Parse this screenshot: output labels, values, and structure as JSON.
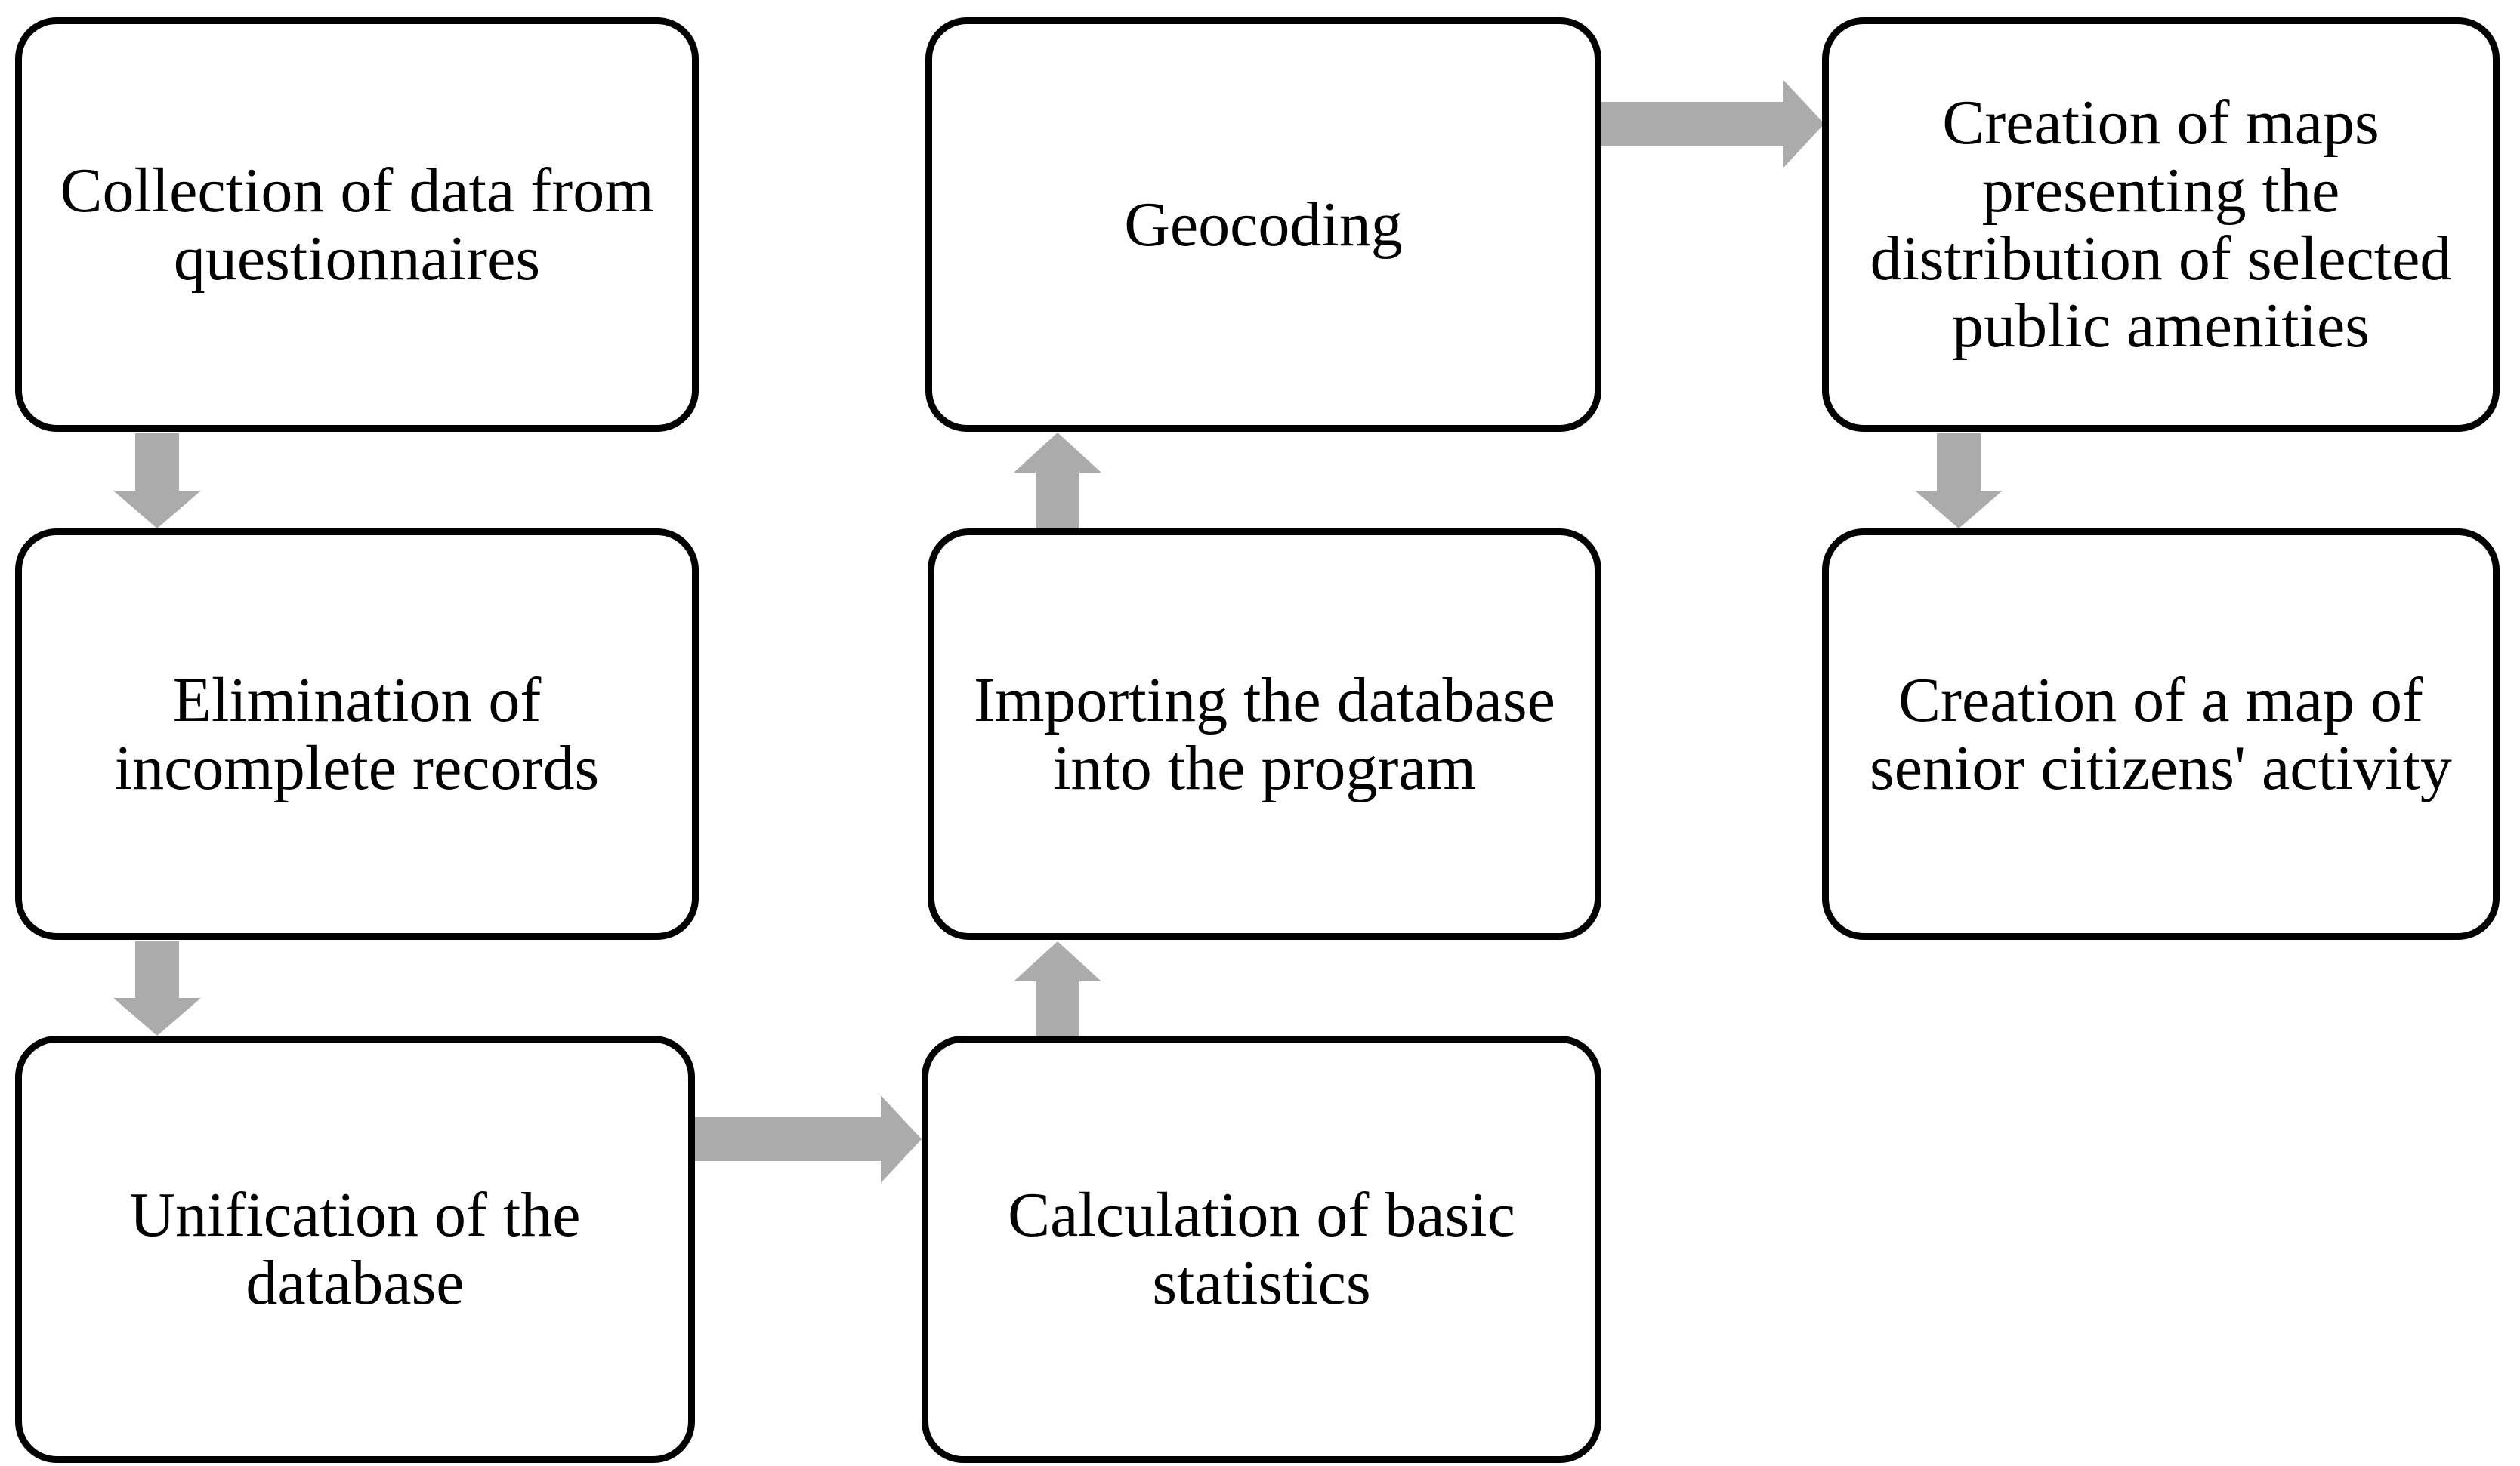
{
  "colors": {
    "background": "#FFFFFF",
    "box_fill": "#FFFFFF",
    "box_border": "#000000",
    "text": "#000000",
    "arrow": "#ABABAB"
  },
  "boxes": {
    "collection": {
      "label": "Collection of data from\nquestionnaires"
    },
    "geocoding": {
      "label": "Geocoding"
    },
    "maps": {
      "label": "Creation of maps\npresenting the\ndistribution of selected\npublic amenities"
    },
    "elimination": {
      "label": "Elimination of\nincomplete records"
    },
    "importing": {
      "label": "Importing the database\ninto the program"
    },
    "activity": {
      "label": "Creation of a map of\nsenior citizens' activity"
    },
    "unification": {
      "label": "Unification of the\ndatabase"
    },
    "calculation": {
      "label": "Calculation of basic\nstatistics"
    }
  },
  "arrows": {
    "collection_to_elimination": {
      "from": "collection",
      "to": "elimination",
      "direction": "down"
    },
    "elimination_to_unification": {
      "from": "elimination",
      "to": "unification",
      "direction": "down"
    },
    "unification_to_calculation": {
      "from": "unification",
      "to": "calculation",
      "direction": "right"
    },
    "calculation_to_importing": {
      "from": "calculation",
      "to": "importing",
      "direction": "up"
    },
    "importing_to_geocoding": {
      "from": "importing",
      "to": "geocoding",
      "direction": "up"
    },
    "geocoding_to_maps": {
      "from": "geocoding",
      "to": "maps",
      "direction": "right"
    },
    "maps_to_activity": {
      "from": "maps",
      "to": "activity",
      "direction": "down"
    }
  }
}
